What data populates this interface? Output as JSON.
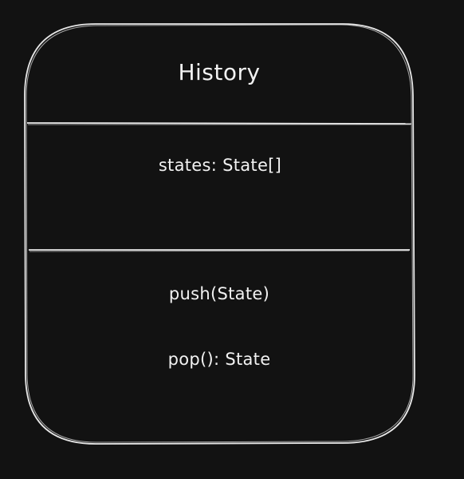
{
  "class_box": {
    "title": "History",
    "attributes": [
      "states: State[]"
    ],
    "methods": [
      "push(State)",
      "pop(): State"
    ]
  },
  "colors": {
    "background": "#121212",
    "stroke": "#e8e8e8",
    "text": "#f2f2f2"
  }
}
